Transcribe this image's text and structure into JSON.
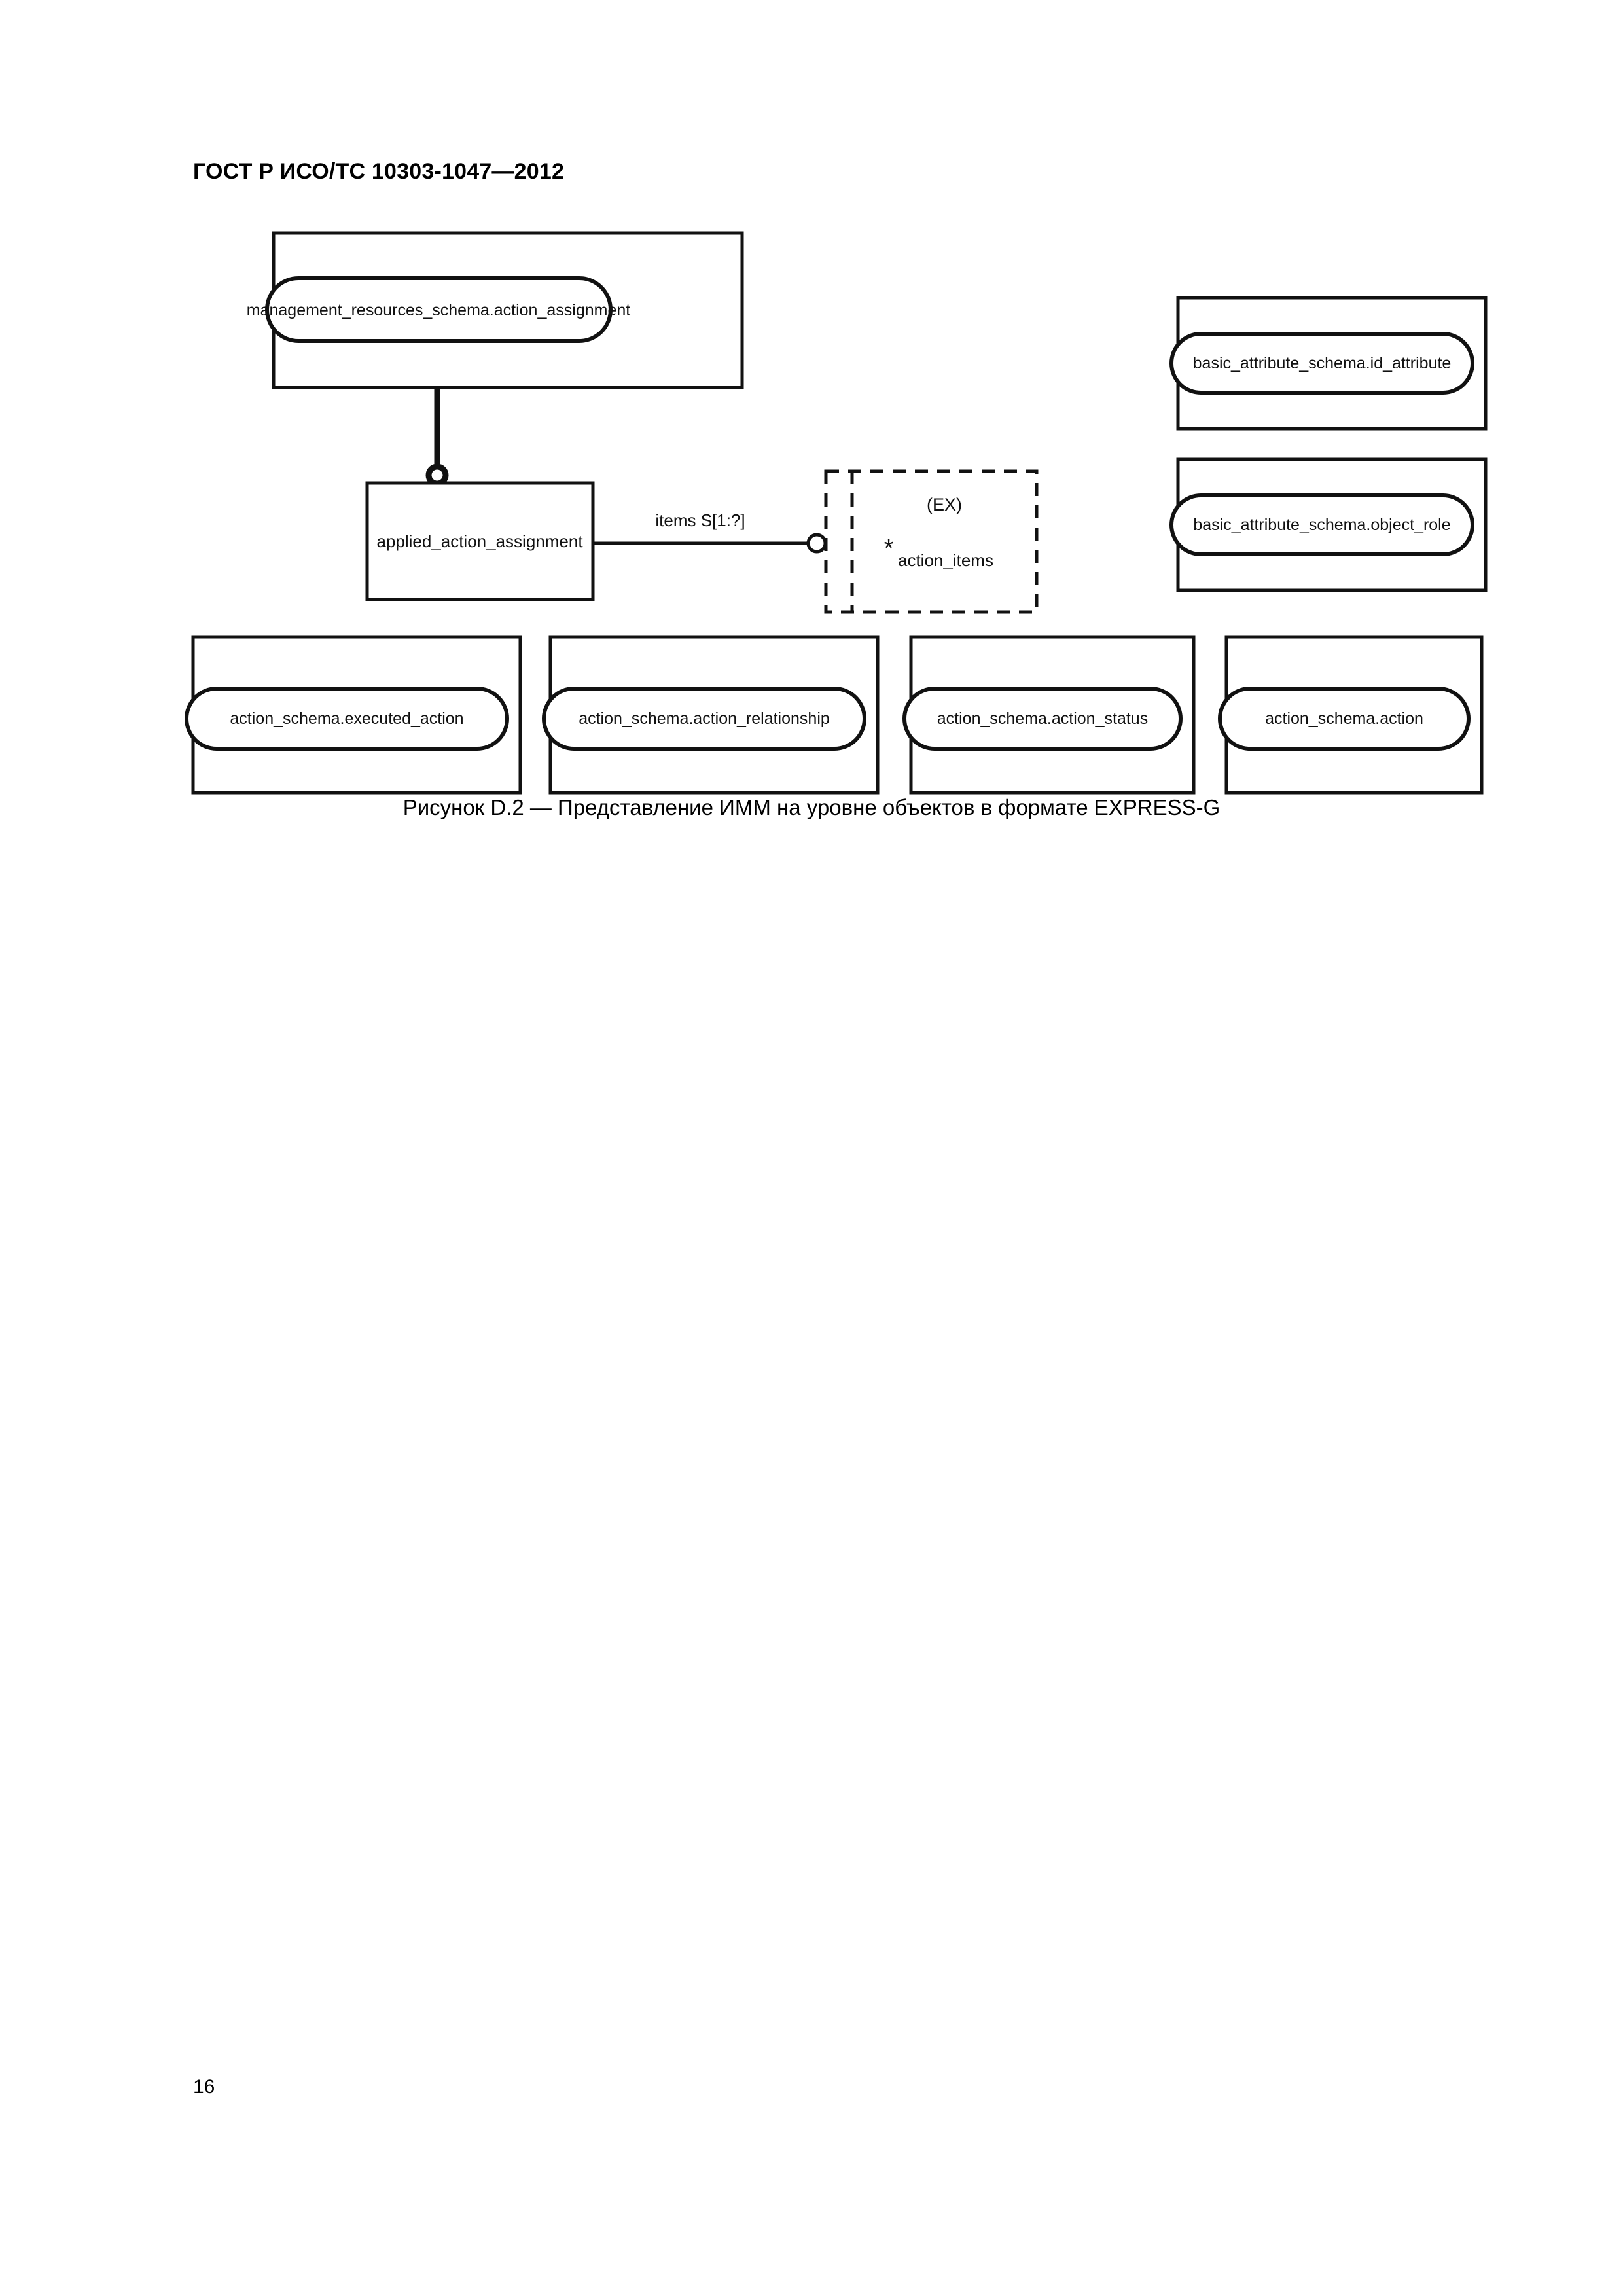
{
  "document": {
    "header": "ГОСТ Р ИСО/ТС 10303-1047—2012",
    "page_number": "16",
    "figure_caption": "Рисунок D.2 — Представление ИММ на уровне объектов в формате EXPRESS-G"
  },
  "diagram": {
    "type": "EXPRESS-G object level model",
    "schema_refs": [
      {
        "id": "management-resources-action-assignment",
        "label": "management_resources_schema.action_assignment"
      },
      {
        "id": "basic-attribute-id-attribute",
        "label": "basic_attribute_schema.id_attribute"
      },
      {
        "id": "basic-attribute-object-role",
        "label": "basic_attribute_schema.object_role"
      },
      {
        "id": "action-schema-executed-action",
        "label": "action_schema.executed_action"
      },
      {
        "id": "action-schema-action-relationship",
        "label": "action_schema.action_relationship"
      },
      {
        "id": "action-schema-action-status",
        "label": "action_schema.action_status"
      },
      {
        "id": "action-schema-action",
        "label": "action_schema.action"
      }
    ],
    "entities": [
      {
        "id": "applied-action-assignment",
        "label": "applied_action_assignment"
      }
    ],
    "select_types": [
      {
        "id": "action-items",
        "tag": "(EX)",
        "star": "*",
        "label": "action_items"
      }
    ],
    "relations": [
      {
        "id": "items-relation",
        "label": "items S[1:?]",
        "from": "applied_action_assignment",
        "to": "action_items"
      },
      {
        "id": "subtype-relation",
        "label": "",
        "from": "management_resources_schema.action_assignment",
        "to": "applied_action_assignment"
      }
    ]
  }
}
